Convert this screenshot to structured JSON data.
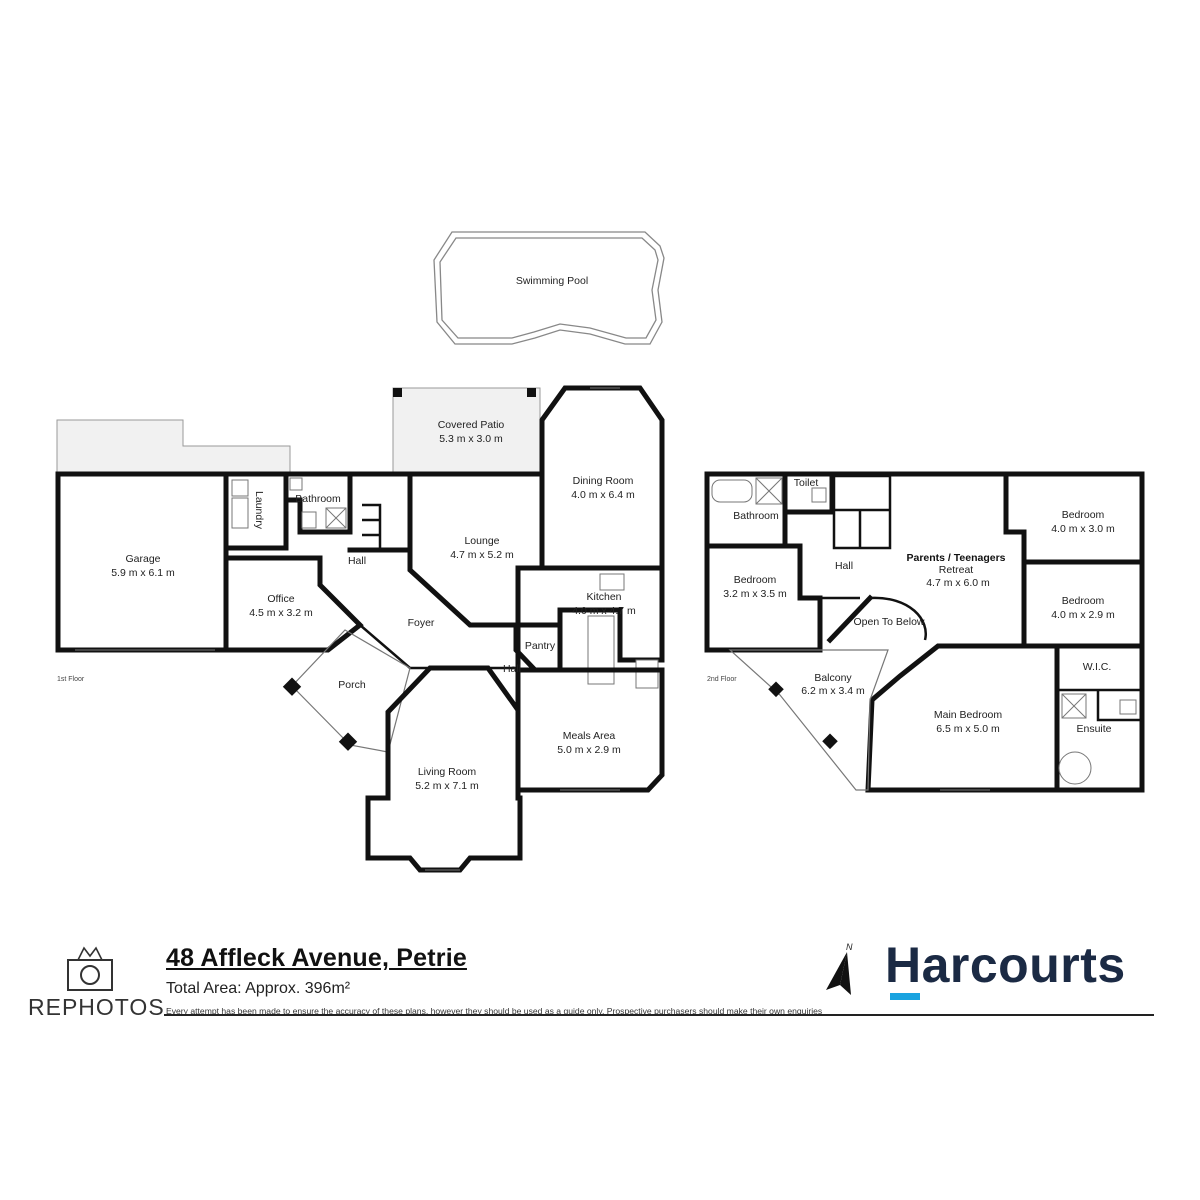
{
  "address": "48 Affleck Avenue, Petrie",
  "total_area": "Total Area: Approx. 396m²",
  "disclaimer": "Every attempt has been made to ensure the accuracy of these plans, however they should be used as a guide only.  Prospective purchasers should make their own enquiries",
  "brand": {
    "rephotos": "REPHOTOS",
    "harcourts": "Harcourts",
    "harcourts_accent": "#1aa3e0",
    "harcourts_color": "#1b2a44"
  },
  "north": "N",
  "floors": {
    "first": {
      "label": "1st Floor",
      "rooms": [
        {
          "name": "Swimming Pool",
          "dims": ""
        },
        {
          "name": "Covered Patio",
          "dims": "5.3 m x 3.0 m"
        },
        {
          "name": "Dining Room",
          "dims": "4.0 m x 6.4 m"
        },
        {
          "name": "Garage",
          "dims": "5.9 m x 6.1 m"
        },
        {
          "name": "Laundry",
          "dims": ""
        },
        {
          "name": "Bathroom",
          "dims": ""
        },
        {
          "name": "Hall",
          "dims": ""
        },
        {
          "name": "Lounge",
          "dims": "4.7 m x 5.2 m"
        },
        {
          "name": "Office",
          "dims": "4.5 m x 3.2 m"
        },
        {
          "name": "Foyer",
          "dims": ""
        },
        {
          "name": "Kitchen",
          "dims": "4.0 m x 4.7 m"
        },
        {
          "name": "Pantry",
          "dims": ""
        },
        {
          "name": "Hall",
          "dims": ""
        },
        {
          "name": "Porch",
          "dims": ""
        },
        {
          "name": "Meals Area",
          "dims": "5.0 m x 2.9 m"
        },
        {
          "name": "Living Room",
          "dims": "5.2 m x 7.1 m"
        }
      ]
    },
    "second": {
      "label": "2nd Floor",
      "rooms": [
        {
          "name": "Toilet",
          "dims": ""
        },
        {
          "name": "Bathroom",
          "dims": ""
        },
        {
          "name": "Bedroom",
          "dims": "4.0 m x 3.0 m"
        },
        {
          "name": "Parents / Teenagers",
          "dims": ""
        },
        {
          "name": "Retreat",
          "dims": "4.7 m x 6.0 m"
        },
        {
          "name": "Bedroom",
          "dims": "3.2 m x 3.5 m"
        },
        {
          "name": "Hall",
          "dims": ""
        },
        {
          "name": "Bedroom",
          "dims": "4.0 m x 2.9 m"
        },
        {
          "name": "Open To Below",
          "dims": ""
        },
        {
          "name": "W.I.C.",
          "dims": ""
        },
        {
          "name": "Balcony",
          "dims": "6.2 m x 3.4 m"
        },
        {
          "name": "Main Bedroom",
          "dims": "6.5 m x 5.0 m"
        },
        {
          "name": "Ensuite",
          "dims": ""
        }
      ]
    }
  }
}
